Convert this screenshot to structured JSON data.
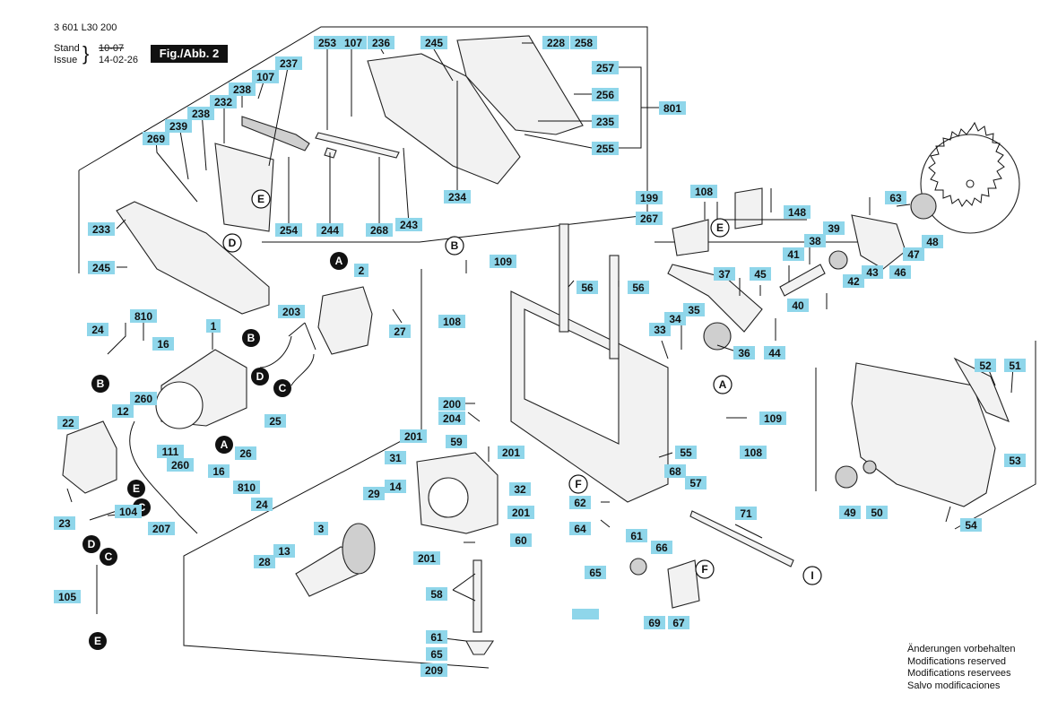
{
  "header": {
    "doc_number": "3 601 L30 200",
    "stand_label": "Stand",
    "issue_label": "Issue",
    "stand_date": "10-07",
    "issue_date": "14-02-26",
    "figure_label": "Fig./Abb. 2"
  },
  "notes": [
    "Änderungen vorbehalten",
    "Modifications reserved",
    "Modifications reservees",
    "Salvo modificaciones"
  ],
  "part_labels": [
    "253",
    "107",
    "236",
    "245",
    "228",
    "258",
    "237",
    "107",
    "238",
    "232",
    "238",
    "239",
    "269",
    "257",
    "256",
    "801",
    "235",
    "255",
    "199",
    "108",
    "148",
    "63",
    "48",
    "267",
    "233",
    "245",
    "254",
    "244",
    "268",
    "243",
    "234",
    "2",
    "109",
    "810",
    "24",
    "16",
    "1",
    "203",
    "27",
    "41",
    "38",
    "39",
    "47",
    "45",
    "37",
    "42",
    "46",
    "43",
    "40",
    "56",
    "56",
    "108",
    "35",
    "34",
    "33",
    "36",
    "44",
    "22",
    "260",
    "12",
    "111",
    "25",
    "26",
    "200",
    "204",
    "201",
    "59",
    "201",
    "55",
    "109",
    "108",
    "52",
    "51",
    "53",
    "31",
    "29",
    "14",
    "32",
    "68",
    "57",
    "62",
    "64",
    "71",
    "201",
    "60",
    "260",
    "16",
    "810",
    "24",
    "104",
    "23",
    "207",
    "105",
    "3",
    "28",
    "13",
    "58",
    "61",
    "65",
    "209",
    "201",
    "61",
    "66",
    "65",
    "69",
    "67",
    "49",
    "50",
    "54"
  ],
  "callouts_filled": [
    "A",
    "B",
    "D",
    "C",
    "A",
    "E",
    "C",
    "D",
    "C",
    "E"
  ],
  "callouts_outline": [
    "E",
    "D",
    "B",
    "E",
    "A",
    "F",
    "F",
    "I"
  ]
}
